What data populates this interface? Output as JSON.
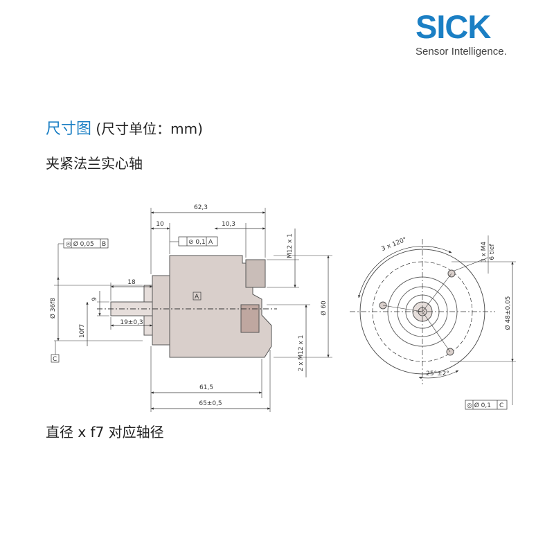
{
  "brand": {
    "name": "SICK",
    "tagline": "Sensor Intelligence.",
    "color": "#1b7fc4"
  },
  "header": {
    "title_main": "尺寸图",
    "title_sub": "(尺寸单位：mm)",
    "subtitle": "夹紧法兰实心轴"
  },
  "drawing": {
    "side_view": {
      "dim_total_length": "62,3",
      "dim_flange_offset": "10",
      "dim_connector": "10,3",
      "dim_shaft_length": "18",
      "dim_shaft_fit": "19±0,3",
      "dim_shaft_diameter": "10f7",
      "dim_flat": "9",
      "dim_spigot": "Ø 36f8",
      "dim_body_length": "61,5",
      "dim_overall": "65±0,5",
      "dim_housing": "Ø 60",
      "dim_connector_top": "M12 x 1",
      "dim_connector_side": "2 x M12 x 1",
      "tol_flatness": "⊘ 0,1",
      "datum_a": "A",
      "tol_concentricity": "◎ Ø 0,05",
      "datum_b": "B",
      "datum_c": "C"
    },
    "front_view": {
      "dim_angle": "3 x 120°",
      "dim_holes": "3 x M4",
      "dim_depth": "6 tief",
      "dim_bolt_circle": "Ø 48±0,05",
      "dim_offset_angle": "25°±2°",
      "tol_position": "◎ Ø 0,1",
      "datum_c": "C"
    },
    "line_color": "#333333",
    "fill_color": "#d9cfcb"
  },
  "footer": {
    "note": "直径 x f7 对应轴径"
  }
}
